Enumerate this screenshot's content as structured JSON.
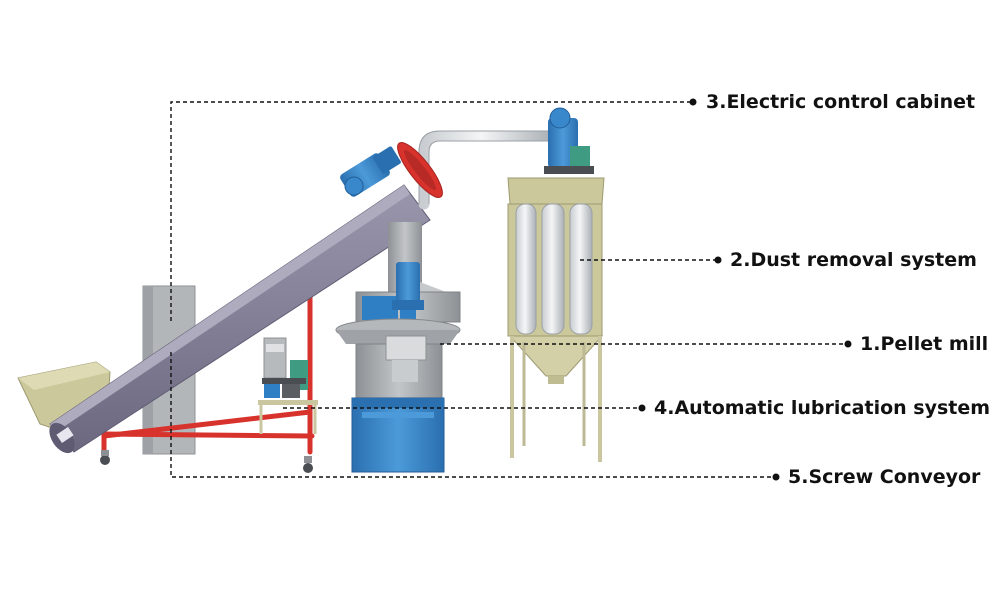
{
  "labels": {
    "pellet_mill": "1.Pellet mill",
    "dust_removal": "2.Dust removal system",
    "control_cabinet": "3.Electric control cabinet",
    "lubrication": "4.Automatic lubrication system",
    "screw_conveyor": "5.Screw Conveyor"
  },
  "colors": {
    "motor_blue": "#2f7fc4",
    "mill_base_blue": "#3c86c6",
    "conveyor_purple": "#7d7a92",
    "frame_red": "#d8322c",
    "hopper_olive": "#c8c59a",
    "steel_gray": "#b9bcbf",
    "leader_line": "#111111"
  },
  "icons": {
    "motor": "electric-motor-icon",
    "cyclone_fan": "fan-blower-icon"
  }
}
